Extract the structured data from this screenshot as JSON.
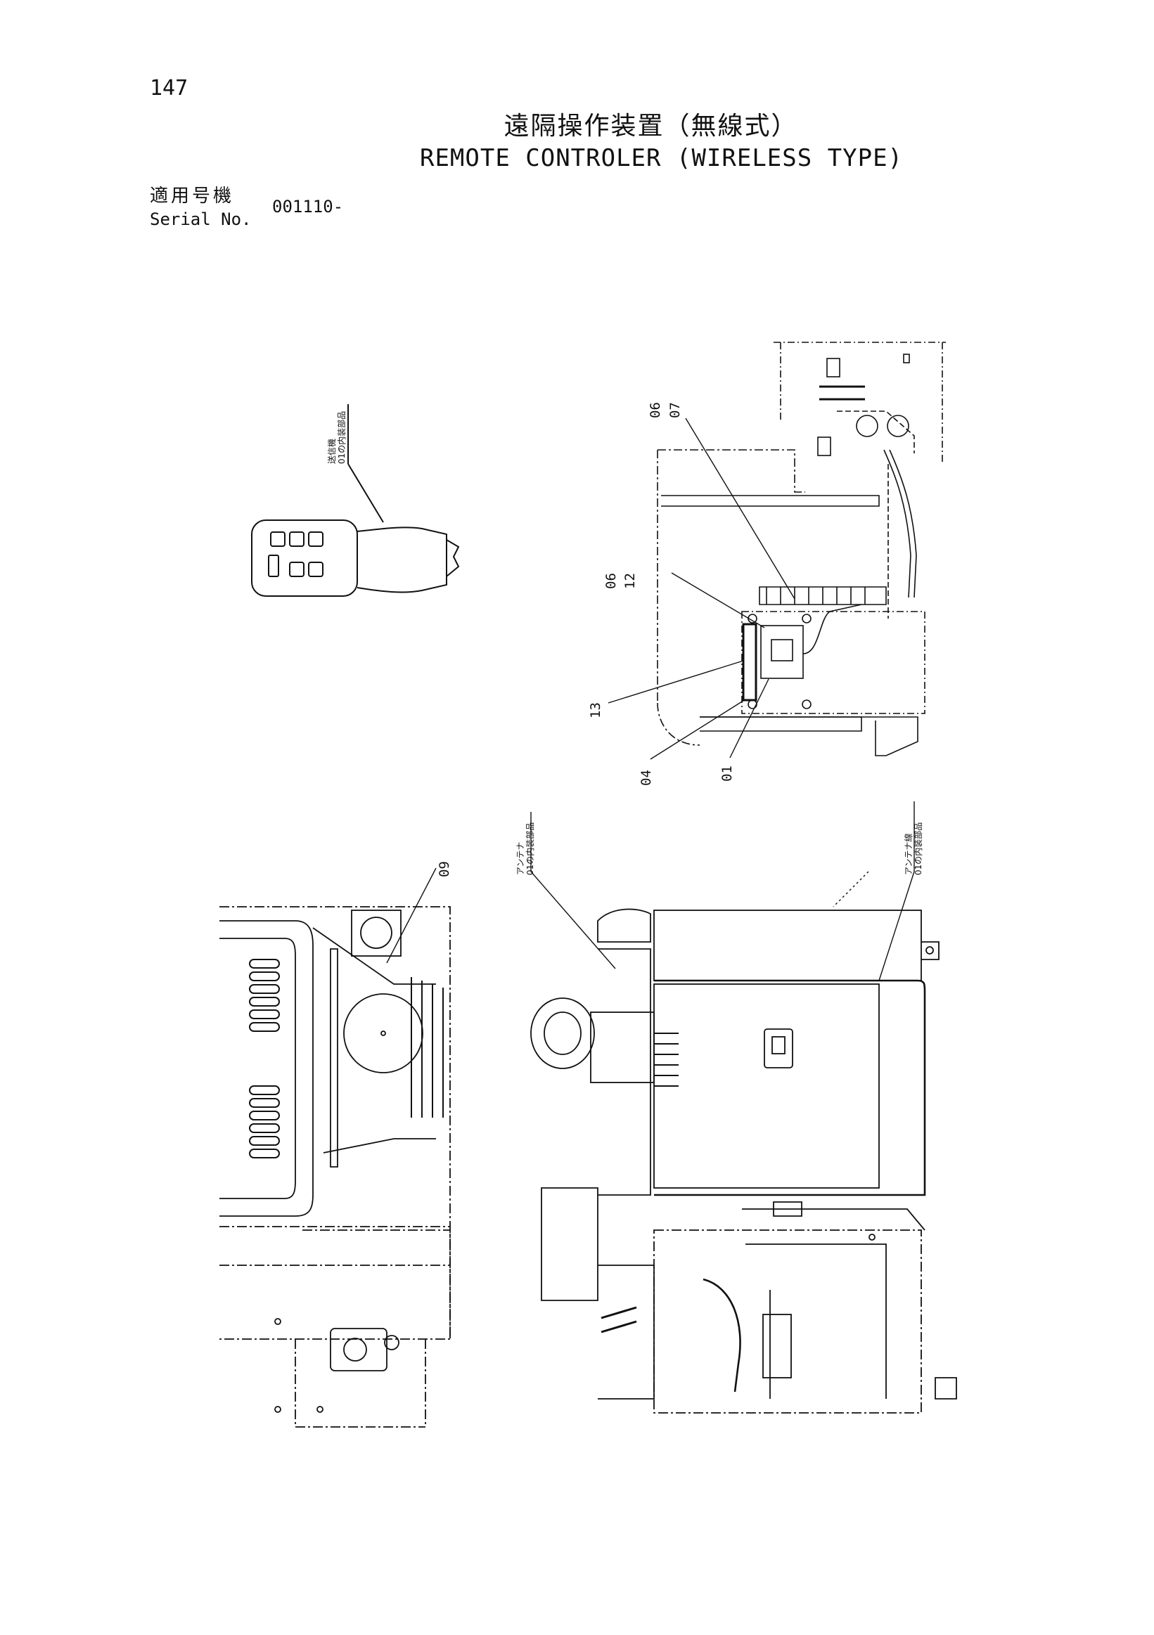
{
  "header": {
    "page_number": "147",
    "title_jp": "遠隔操作装置（無線式）",
    "title_en": "REMOTE CONTROLER (WIRELESS TYPE)",
    "serial_label_jp": "適用号機",
    "serial_label_en": "Serial No.",
    "serial_value": "001110-"
  },
  "callouts": {
    "transmitter_note_1": "送信機",
    "transmitter_note_2": "01の内装部品",
    "antenna_left_1": "アンテナ",
    "antenna_left_2": "01の内装部品",
    "antenna_right_1": "アンテナ線",
    "antenna_right_2": "01の内装部品",
    "part_06_a": "06",
    "part_07": "07",
    "part_06_b": "06",
    "part_12": "12",
    "part_13": "13",
    "part_04": "04",
    "part_01": "01",
    "part_09": "09"
  }
}
